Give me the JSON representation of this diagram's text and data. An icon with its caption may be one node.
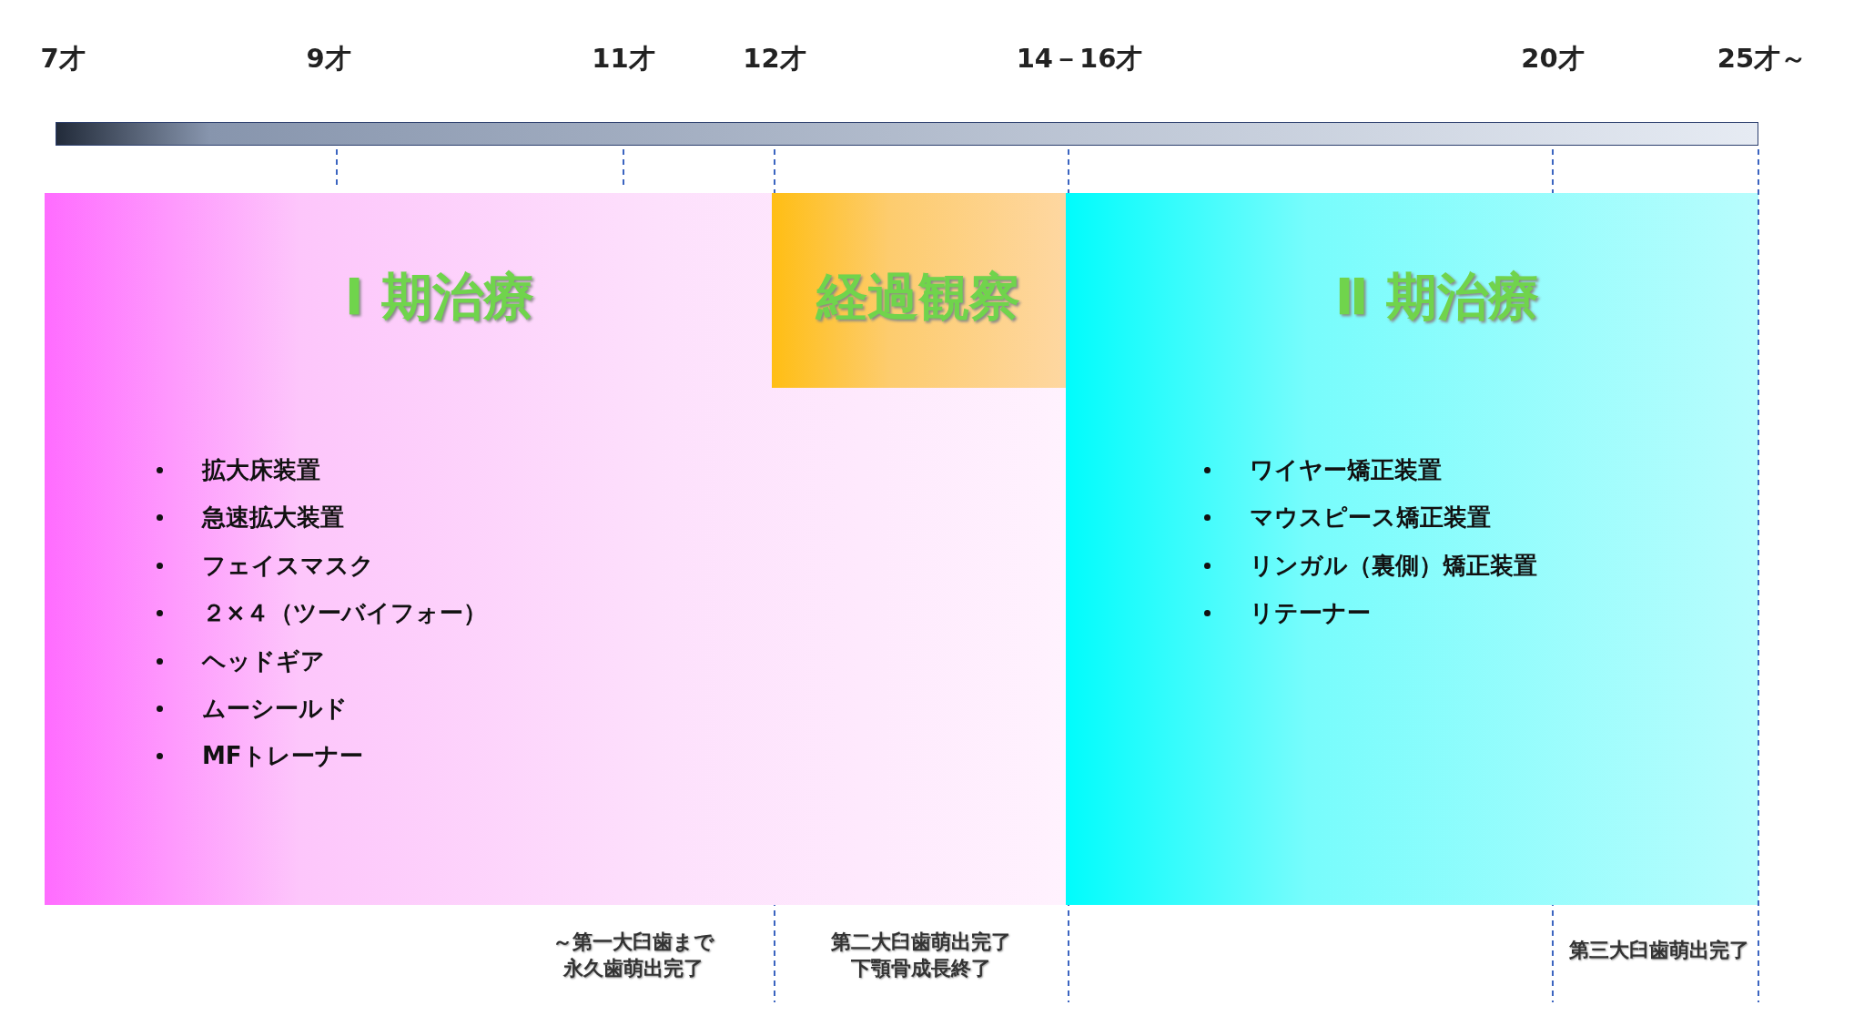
{
  "diagram": {
    "nodes": [
      {
        "text": [],
        "shape": "bar"
      },
      {
        "text": [
          "Ⅰ 期治療",
          "拡大床装置",
          "急速拡大装置",
          "フェイスマスク",
          "２×４（ツーバイフォー）",
          "ヘッドギア",
          "ムーシールド",
          "MFトレーナー"
        ]
      },
      {
        "text": [
          "経過観察"
        ],
        "in": 1
      },
      {
        "text": [
          "Ⅱ 期治療",
          "ワイヤー矯正装置",
          "マウスピース矯正装置",
          "リンガル（裏側）矯正装置",
          "リテーナー"
        ]
      }
    ],
    "edges": [],
    "labels": [
      "7才",
      "9才",
      "11才",
      "12才",
      "14－16才",
      "20才",
      "25才～",
      "～第一大臼歯まで永久歯萌出完了",
      "第二大臼歯萌出完了下顎骨成長終了",
      "第三大臼歯萌出完了"
    ]
  }
}
